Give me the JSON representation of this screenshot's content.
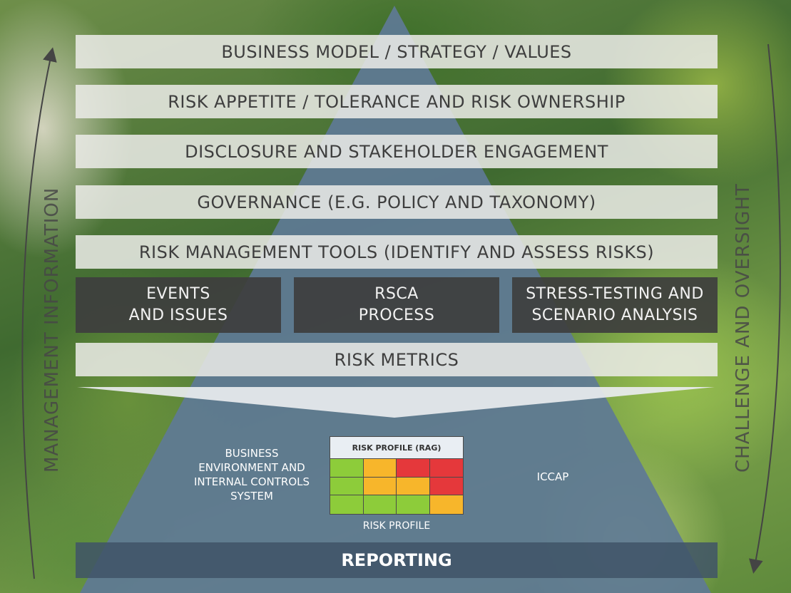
{
  "layers": {
    "business_model": "BUSINESS MODEL / STRATEGY / VALUES",
    "risk_appetite": "RISK APPETITE / TOLERANCE AND RISK OWNERSHIP",
    "disclosure": "DISCLOSURE AND STAKEHOLDER ENGAGEMENT",
    "governance": "GOVERNANCE (E.G. POLICY AND TAXONOMY)",
    "tools": "RISK MANAGEMENT TOOLS (IDENTIFY AND ASSESS RISKS)",
    "risk_metrics": "RISK METRICS"
  },
  "tool_boxes": {
    "events": [
      "EVENTS",
      "AND ISSUES"
    ],
    "rsca": [
      "RSCA",
      "PROCESS"
    ],
    "stress": [
      "STRESS-TESTING AND",
      "SCENARIO ANALYSIS"
    ]
  },
  "side_labels": {
    "left": "MANAGEMENT INFORMATION",
    "right": "CHALLENGE AND OVERSIGHT"
  },
  "bottom": {
    "business_env": [
      "BUSINESS",
      "ENVIRONMENT AND",
      "INTERNAL CONTROLS",
      "SYSTEM"
    ],
    "iccap": "ICCAP",
    "rag_title": "RISK PROFILE (RAG)",
    "rag_caption": "RISK PROFILE",
    "rag_grid": [
      [
        "green",
        "amber",
        "red",
        "red"
      ],
      [
        "green",
        "amber",
        "amber",
        "red"
      ],
      [
        "green",
        "green",
        "green",
        "amber"
      ]
    ],
    "reporting": "REPORTING"
  },
  "colors": {
    "pyramid": "#5f7a95",
    "green": "#8dcc3a",
    "amber": "#f7b62b",
    "red": "#e5383b"
  }
}
